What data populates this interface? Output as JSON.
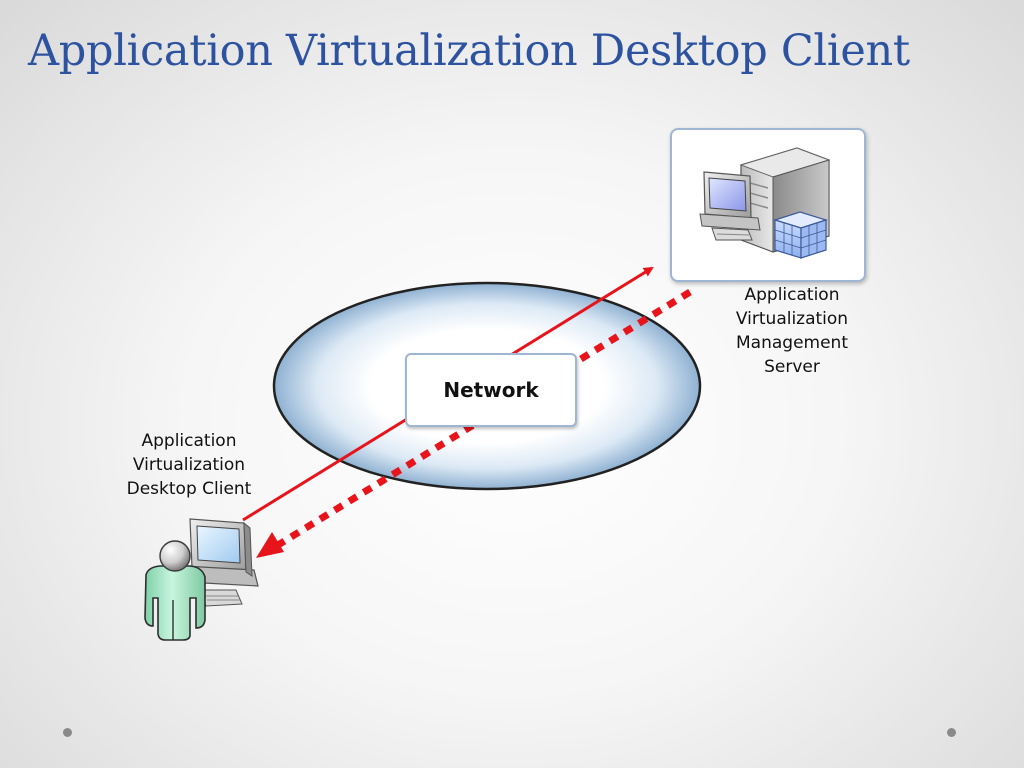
{
  "slide": {
    "title": "Application Virtualization Desktop Client"
  },
  "diagram": {
    "network_label": "Network",
    "client_label": [
      "Application",
      "Virtualization",
      "Desktop Client"
    ],
    "server_label": [
      "Application",
      "Virtualization",
      "Management",
      "Server"
    ]
  },
  "colors": {
    "title": "#2d53a0",
    "arrow": "#e8141b",
    "box_border": "#9fb6d3",
    "person": "#a8e6c8"
  },
  "icons": [
    "user-workstation-icon",
    "server-workstation-icon",
    "network-cloud-icon"
  ]
}
